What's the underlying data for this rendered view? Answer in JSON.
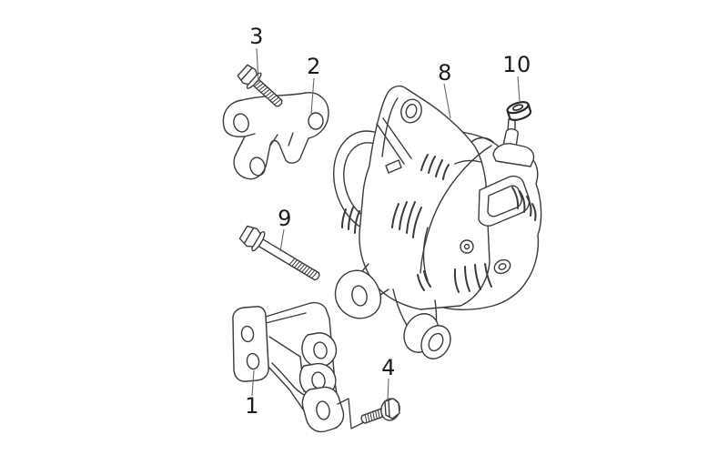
{
  "diagram": {
    "type": "exploded-parts-line-drawing",
    "background_color": "#ffffff",
    "line_color": "#3a3a3a",
    "label_color": "#1c1c1c",
    "callouts": [
      {
        "label": "1"
      },
      {
        "label": "2"
      },
      {
        "label": "3"
      },
      {
        "label": "4"
      },
      {
        "label": "8"
      },
      {
        "label": "9"
      },
      {
        "label": "10"
      }
    ],
    "parts": [
      {
        "callout": "1",
        "name": "lower-mounting-bracket"
      },
      {
        "callout": "2",
        "name": "upper-adjust-bracket"
      },
      {
        "callout": "3",
        "name": "flange-bolt-short"
      },
      {
        "callout": "4",
        "name": "flange-bolt-short"
      },
      {
        "callout": "8",
        "name": "alternator-assembly"
      },
      {
        "callout": "9",
        "name": "flange-bolt-long"
      },
      {
        "callout": "10",
        "name": "flange-nut"
      }
    ]
  }
}
